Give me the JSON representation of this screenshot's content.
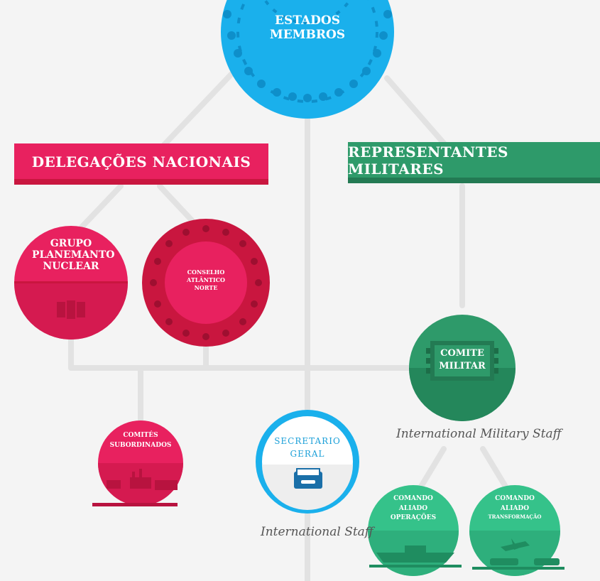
{
  "nodes": {
    "estados_membros": {
      "label_line1": "ESTADOS",
      "label_line2": "MEMBROS"
    },
    "delegacoes": {
      "label": "DELEGAÇÕES NACIONAIS"
    },
    "representantes": {
      "label": "REPRESENTANTES MILITARES"
    },
    "grupo_planeamento": {
      "label_line1": "GRUPO",
      "label_line2": "PLANEMANTO",
      "label_line3": "NUCLEAR"
    },
    "conselho": {
      "label_line1": "CONSELHO",
      "label_line2": "ATLÂNTICO",
      "label_line3": "NORTE"
    },
    "comite_militar": {
      "label_line1": "COMITE",
      "label_line2": "MILITAR",
      "caption": "International Military Staff"
    },
    "comites_subordinados": {
      "label_line1": "COMITÉS",
      "label_line2": "SUBORDINADOS"
    },
    "secretario_geral": {
      "label_line1": "SECRETARIO",
      "label_line2": "GERAL",
      "caption": "International Staff"
    },
    "comando_operacoes": {
      "label_line1": "COMANDO",
      "label_line2": "ALIADO",
      "label_line3": "OPERAÇÕES"
    },
    "comando_transformacao": {
      "label_line1": "COMANDO",
      "label_line2": "ALIADO",
      "label_line3": "TRANSFORMAÇÃO"
    }
  },
  "colors": {
    "blue": "#1ab0ec",
    "pink": "#e8215f",
    "dark_pink": "#c9163f",
    "green": "#2e9a6a",
    "light_green": "#35c28a",
    "connector": "#e2e2e2"
  },
  "icons": {
    "grupo_planeamento": "map-book-icon",
    "comites_subordinados": "industry-vehicles-icon",
    "secretario_geral": "inbox-tray-icon",
    "comando_operacoes": "ship-icon",
    "comando_transformacao": "jet-tank-icon"
  }
}
